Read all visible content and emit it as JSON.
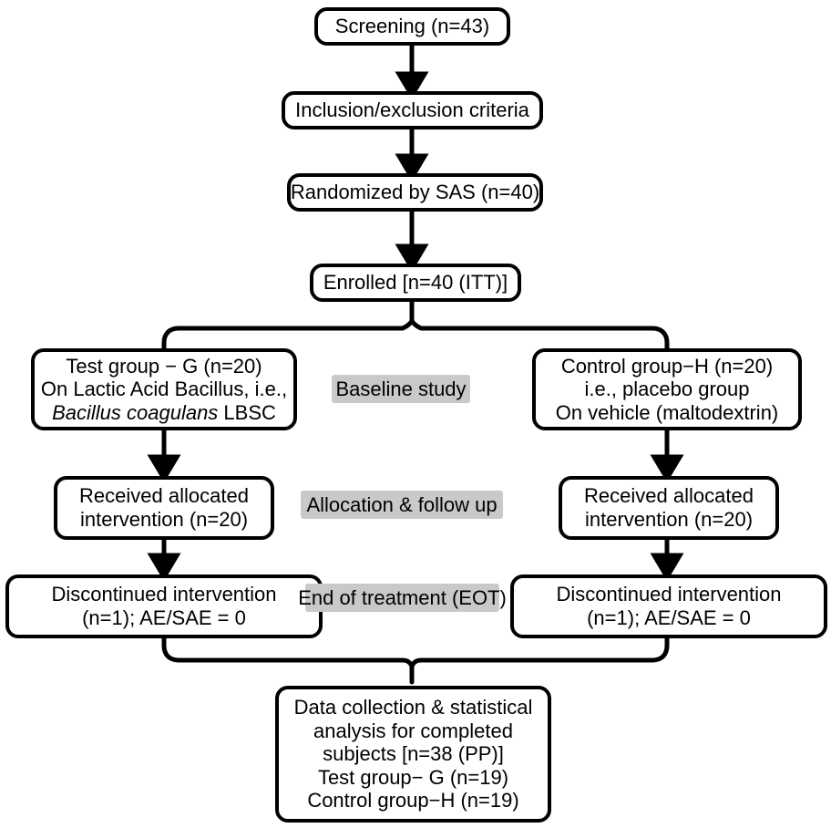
{
  "diagram": {
    "title": "CONSORT participant flow diagram",
    "colors": {
      "stroke": "#000000",
      "background": "#ffffff",
      "stage_label_background": "#c9c9c9",
      "text": "#000000"
    },
    "nodes": {
      "screening": {
        "lines": [
          "Screening (n=43)"
        ]
      },
      "criteria": {
        "lines": [
          "Inclusion/exclusion criteria"
        ]
      },
      "randomized": {
        "lines": [
          "Randomized by SAS (n=40)"
        ]
      },
      "enrolled": {
        "lines": [
          "Enrolled [n=40 (ITT)]"
        ]
      },
      "test_group": {
        "lines": [
          {
            "text": "Test group − G (n=20)",
            "italic": false
          },
          {
            "text": "On Lactic Acid Bacillus, i.e.,",
            "italic": false
          },
          {
            "text": "Bacillus coagulans",
            "italic": true,
            "suffix": " LBSC"
          }
        ]
      },
      "control_group": {
        "lines": [
          "Control group−H (n=20)",
          "i.e., placebo group",
          "On vehicle (maltodextrin)"
        ]
      },
      "test_received": {
        "lines": [
          "Received allocated",
          "intervention (n=20)"
        ]
      },
      "control_received": {
        "lines": [
          "Received allocated",
          "intervention (n=20)"
        ]
      },
      "test_discontinued": {
        "lines": [
          "Discontinued intervention",
          "(n=1); AE/SAE = 0"
        ]
      },
      "control_discontinued": {
        "lines": [
          "Discontinued intervention",
          "(n=1); AE/SAE = 0"
        ]
      },
      "final": {
        "lines": [
          "Data collection & statistical",
          "analysis for completed",
          "subjects [n=38 (PP)]",
          "Test group− G (n=19)",
          "Control group−H (n=19)"
        ]
      }
    },
    "stage_labels": {
      "baseline": "Baseline study",
      "allocation": "Allocation & follow up",
      "eot": "End of treatment (EOT)"
    }
  }
}
